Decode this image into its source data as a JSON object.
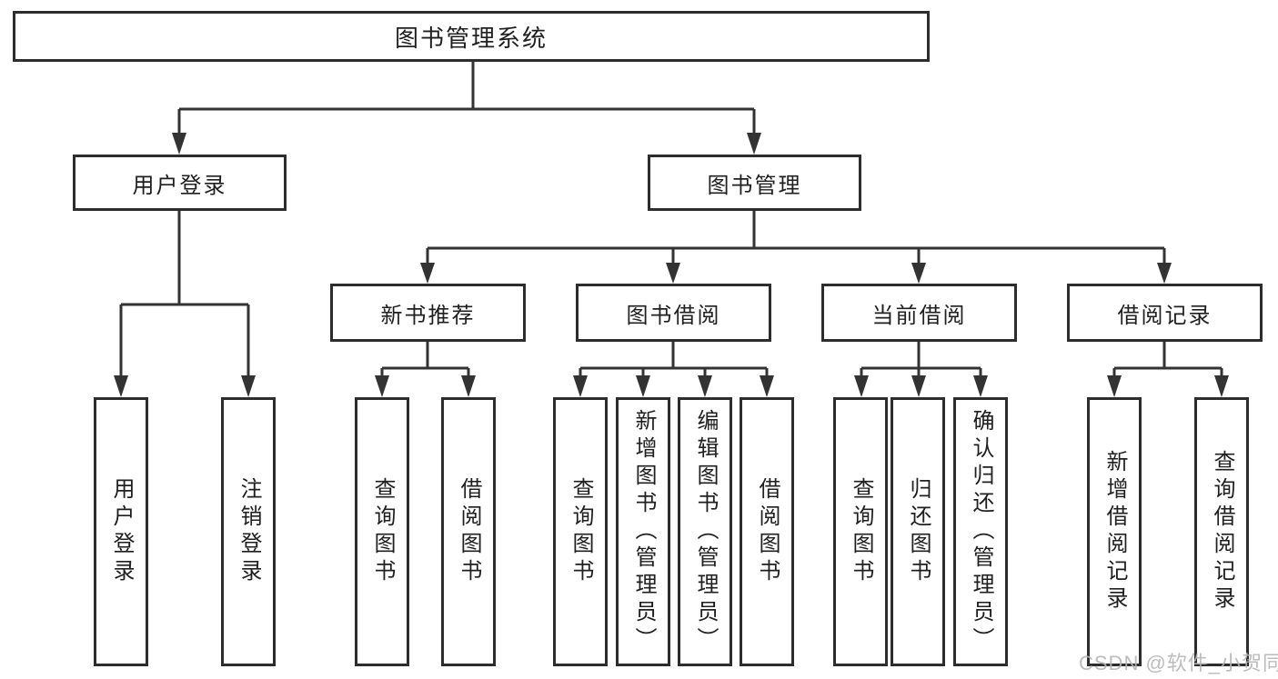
{
  "tree": {
    "root": {
      "label": "图书管理系统",
      "children": [
        {
          "label": "用户登录",
          "children": [
            {
              "label": "用户登录"
            },
            {
              "label": "注销登录"
            }
          ]
        },
        {
          "label": "图书管理",
          "children": [
            {
              "label": "新书推荐",
              "children": [
                {
                  "label": "查询图书"
                },
                {
                  "label": "借阅图书"
                }
              ]
            },
            {
              "label": "图书借阅",
              "children": [
                {
                  "label": "查询图书"
                },
                {
                  "label": "新增图书（管理员）"
                },
                {
                  "label": "编辑图书（管理员）"
                },
                {
                  "label": "借阅图书"
                }
              ]
            },
            {
              "label": "当前借阅",
              "children": [
                {
                  "label": "查询图书"
                },
                {
                  "label": "归还图书"
                },
                {
                  "label": "确认归还（管理员）"
                }
              ]
            },
            {
              "label": "借阅记录",
              "children": [
                {
                  "label": "新增借阅记录"
                },
                {
                  "label": "查询借阅记录"
                }
              ]
            }
          ]
        }
      ]
    }
  },
  "watermark": {
    "text": "CSDN @软件_小贺同学"
  },
  "colors": {
    "line": "#333333",
    "box_border": "#2d2d2d",
    "text": "#1f1f1f",
    "watermark": "#b5b5b5",
    "background": "#ffffff"
  }
}
